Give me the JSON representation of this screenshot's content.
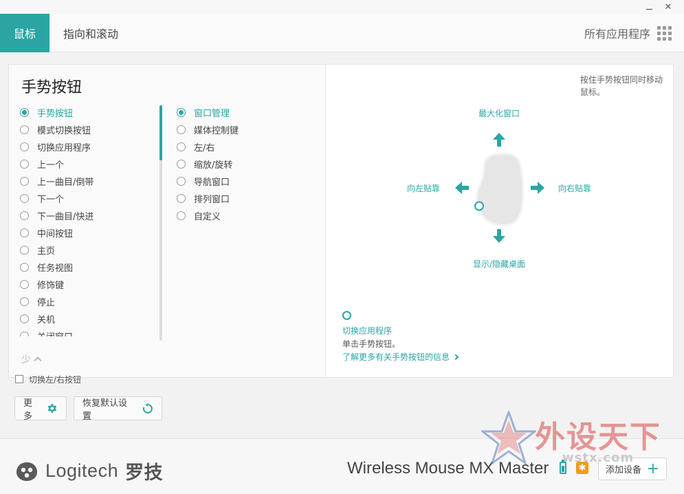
{
  "titlebar": {
    "minimize_glyph": "—",
    "close_glyph": "✕"
  },
  "tabs": {
    "mouse": "鼠标",
    "point_scroll": "指向和滚动"
  },
  "all_apps": "所有应用程序",
  "panel": {
    "title": "手势按钮",
    "button_options": [
      {
        "label": "手势按钮",
        "selected": true
      },
      {
        "label": "模式切换按钮",
        "selected": false
      },
      {
        "label": "切换应用程序",
        "selected": false
      },
      {
        "label": "上一个",
        "selected": false
      },
      {
        "label": "上一曲目/倒带",
        "selected": false
      },
      {
        "label": "下一个",
        "selected": false
      },
      {
        "label": "下一曲目/快进",
        "selected": false
      },
      {
        "label": "中间按钮",
        "selected": false
      },
      {
        "label": "主页",
        "selected": false
      },
      {
        "label": "任务视图",
        "selected": false
      },
      {
        "label": "修饰键",
        "selected": false
      },
      {
        "label": "停止",
        "selected": false
      },
      {
        "label": "关机",
        "selected": false
      },
      {
        "label": "关闭窗口",
        "selected": false
      }
    ],
    "gesture_options": [
      {
        "label": "窗口管理",
        "selected": true
      },
      {
        "label": "媒体控制键",
        "selected": false
      },
      {
        "label": "左/右",
        "selected": false
      },
      {
        "label": "缩放/旋转",
        "selected": false
      },
      {
        "label": "导航窗口",
        "selected": false
      },
      {
        "label": "排列窗口",
        "selected": false
      },
      {
        "label": "自定义",
        "selected": false
      }
    ],
    "less_label": "少"
  },
  "gesture": {
    "hint": "按住手势按钮同时移动鼠标。",
    "up": "最大化窗口",
    "left": "向左贴靠",
    "right": "向右贴靠",
    "down": "显示/隐藏桌面"
  },
  "info": {
    "title": "切换应用程序",
    "desc": "单击手势按钮。",
    "link": "了解更多有关手势按钮的信息"
  },
  "swap_checkbox_label": "切换左/右按钮",
  "buttons": {
    "more": "更多",
    "reset": "恢复默认设置",
    "add_device": "添加设备"
  },
  "footer": {
    "brand": "Logitech",
    "brand_cn": "罗技",
    "device": "Wireless Mouse MX Master"
  },
  "watermark": {
    "main": "外设天下",
    "sub": "wstx.com"
  },
  "colors": {
    "accent": "#2aa5a3",
    "text": "#444444",
    "muted": "#b5b5b5"
  }
}
